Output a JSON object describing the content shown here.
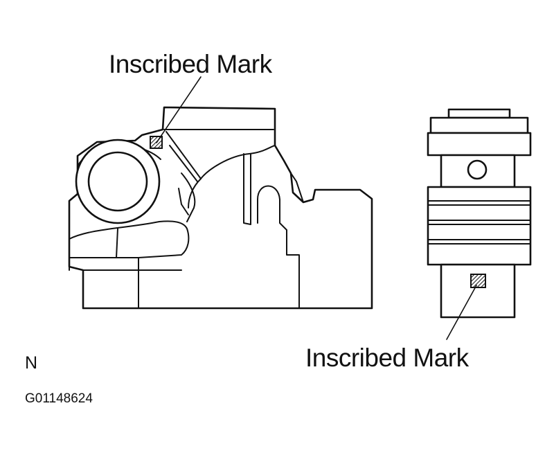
{
  "labels": {
    "mark_top": "Inscribed Mark",
    "mark_bottom": "Inscribed Mark",
    "view_letter": "N",
    "figure_code": "G01148624"
  },
  "colors": {
    "ink": "#111111",
    "background": "#ffffff"
  }
}
